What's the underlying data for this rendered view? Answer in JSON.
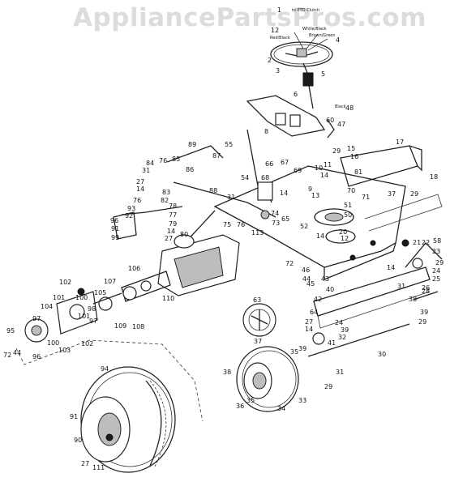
{
  "watermark": "AppliancePartsPros.com",
  "annotations": {
    "pto_clutch": "to PTO Clutch",
    "red_black": "Red/Black",
    "white_black": "White/Black",
    "brown_green": "Brown/Green",
    "black": "Black"
  },
  "callouts": [
    {
      "text": "1"
    },
    {
      "text": "12"
    },
    {
      "text": "4"
    },
    {
      "text": "2"
    },
    {
      "text": "3"
    },
    {
      "text": "5"
    },
    {
      "text": "6"
    },
    {
      "text": "48"
    },
    {
      "text": "60"
    },
    {
      "text": "47"
    },
    {
      "text": "8"
    },
    {
      "text": "55"
    },
    {
      "text": "89"
    },
    {
      "text": "84"
    },
    {
      "text": "76"
    },
    {
      "text": "85"
    },
    {
      "text": "87"
    },
    {
      "text": "31"
    },
    {
      "text": "86"
    },
    {
      "text": "27"
    },
    {
      "text": "14"
    },
    {
      "text": "83"
    },
    {
      "text": "76"
    },
    {
      "text": "82"
    },
    {
      "text": "78"
    },
    {
      "text": "77"
    },
    {
      "text": "93"
    },
    {
      "text": "92"
    },
    {
      "text": "79"
    },
    {
      "text": "96"
    },
    {
      "text": "91"
    },
    {
      "text": "14"
    },
    {
      "text": "99"
    },
    {
      "text": "27"
    },
    {
      "text": "80"
    },
    {
      "text": "88"
    },
    {
      "text": "31"
    },
    {
      "text": "75"
    },
    {
      "text": "76"
    },
    {
      "text": "113"
    },
    {
      "text": "54"
    },
    {
      "text": "66"
    },
    {
      "text": "67"
    },
    {
      "text": "68"
    },
    {
      "text": "69"
    },
    {
      "text": "14"
    },
    {
      "text": "74"
    },
    {
      "text": "73"
    },
    {
      "text": "65"
    },
    {
      "text": "10"
    },
    {
      "text": "11"
    },
    {
      "text": "14"
    },
    {
      "text": "29"
    },
    {
      "text": "15"
    },
    {
      "text": "16"
    },
    {
      "text": "81"
    },
    {
      "text": "17"
    },
    {
      "text": "9"
    },
    {
      "text": "13"
    },
    {
      "text": "70"
    },
    {
      "text": "71"
    },
    {
      "text": "37"
    },
    {
      "text": "29"
    },
    {
      "text": "18"
    },
    {
      "text": "51"
    },
    {
      "text": "50"
    },
    {
      "text": "52"
    },
    {
      "text": "20"
    },
    {
      "text": "12"
    },
    {
      "text": "14"
    },
    {
      "text": "72"
    },
    {
      "text": "46"
    },
    {
      "text": "44"
    },
    {
      "text": "45"
    },
    {
      "text": "43"
    },
    {
      "text": "14"
    },
    {
      "text": "21"
    },
    {
      "text": "22"
    },
    {
      "text": "58"
    },
    {
      "text": "23"
    },
    {
      "text": "29"
    },
    {
      "text": "24"
    },
    {
      "text": "25"
    },
    {
      "text": "31"
    },
    {
      "text": "40"
    },
    {
      "text": "26"
    },
    {
      "text": "42"
    },
    {
      "text": "64"
    },
    {
      "text": "28"
    },
    {
      "text": "27"
    },
    {
      "text": "24"
    },
    {
      "text": "14"
    },
    {
      "text": "39"
    },
    {
      "text": "32"
    },
    {
      "text": "41"
    },
    {
      "text": "38"
    },
    {
      "text": "39"
    },
    {
      "text": "29"
    },
    {
      "text": "30"
    },
    {
      "text": "63"
    },
    {
      "text": "37"
    },
    {
      "text": "35"
    },
    {
      "text": "39"
    },
    {
      "text": "31"
    },
    {
      "text": "29"
    },
    {
      "text": "38"
    },
    {
      "text": "36"
    },
    {
      "text": "35"
    },
    {
      "text": "34"
    },
    {
      "text": "33"
    },
    {
      "text": "106"
    },
    {
      "text": "102"
    },
    {
      "text": "107"
    },
    {
      "text": "101"
    },
    {
      "text": "100"
    },
    {
      "text": "104"
    },
    {
      "text": "105"
    },
    {
      "text": "110"
    },
    {
      "text": "97"
    },
    {
      "text": "95"
    },
    {
      "text": "98"
    },
    {
      "text": "101"
    },
    {
      "text": "97"
    },
    {
      "text": "109"
    },
    {
      "text": "108"
    },
    {
      "text": "100"
    },
    {
      "text": "103"
    },
    {
      "text": "102"
    },
    {
      "text": "72"
    },
    {
      "text": "44"
    },
    {
      "text": "96"
    },
    {
      "text": "94"
    },
    {
      "text": "91"
    },
    {
      "text": "90"
    },
    {
      "text": "27"
    },
    {
      "text": "111"
    }
  ]
}
